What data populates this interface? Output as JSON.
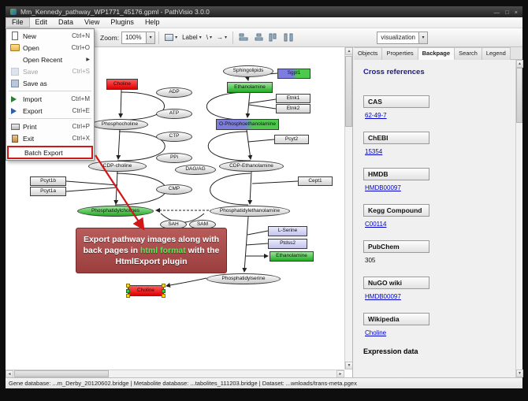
{
  "window": {
    "title": "Mm_Kennedy_pathway_WP1771_45176.gpml - PathVisio 3.0.0"
  },
  "icons": {
    "caret": "▾",
    "submenu_arrow": "▶",
    "minimize": "—",
    "maximize": "□",
    "close": "×",
    "scroll_up": "▲",
    "scroll_down": "▼",
    "scroll_left": "◄",
    "scroll_right": "►",
    "line_tool": "\\",
    "arrow_tool": "→"
  },
  "menubar": {
    "items": [
      "File",
      "Edit",
      "Data",
      "View",
      "Plugins",
      "Help"
    ]
  },
  "file_menu": {
    "items": [
      {
        "label": "New",
        "shortcut": "Ctrl+N"
      },
      {
        "label": "Open",
        "shortcut": "Ctrl+O"
      },
      {
        "label": "Open Recent",
        "shortcut": ""
      },
      {
        "label": "Save",
        "shortcut": "Ctrl+S"
      },
      {
        "label": "Save as",
        "shortcut": ""
      },
      {
        "label": "Import",
        "shortcut": "Ctrl+M"
      },
      {
        "label": "Export",
        "shortcut": "Ctrl+E"
      },
      {
        "label": "Print",
        "shortcut": "Ctrl+P"
      },
      {
        "label": "Exit",
        "shortcut": "Ctrl+X"
      },
      {
        "label": "Batch Export",
        "shortcut": ""
      }
    ]
  },
  "toolbar": {
    "zoom_label": "Zoom:",
    "zoom_value": "100%",
    "label_button": "Label",
    "visualization_value": "visualization"
  },
  "pathway": {
    "nodes": [
      "Sphingolipids",
      "Sgpl1",
      "Choline",
      "Ethanolamine",
      "Etnk1",
      "Etnk2",
      "ADP",
      "ATP",
      "Phosphocholine",
      "O-Phosphoethanolamine",
      "CTP",
      "Pcyt2",
      "PPi",
      "CDP-choline",
      "DAG/AG",
      "CDP-Ethanolamine",
      "Cept1",
      "CMP",
      "Pcyt1b",
      "Pcyt1a",
      "Phosphatidylcholines",
      "Phosphatidylethanolamine",
      "SAH",
      "SAM",
      "L-Serine",
      "Ptdss2",
      "Ethanolamine",
      "Phosphatidylserine",
      "Choline"
    ]
  },
  "annotation": {
    "text_before": "Export pathway images along with back pages in ",
    "highlight": "html format",
    "text_after": " with the HtmlExport plugin"
  },
  "side_panel": {
    "tabs": [
      "Objects",
      "Properties",
      "Backpage",
      "Search",
      "Legend"
    ],
    "active_tab": "Backpage",
    "title": "Cross references",
    "sections": [
      {
        "header": "CAS",
        "value": "62-49-7"
      },
      {
        "header": "ChEBI",
        "value": "15354"
      },
      {
        "header": "HMDB",
        "value": "HMDB00097"
      },
      {
        "header": "Kegg Compound",
        "value": "C00114"
      },
      {
        "header": "PubChem",
        "value": "305"
      },
      {
        "header": "NuGO wiki",
        "value": "HMDB00097"
      },
      {
        "header": "Wikipedia",
        "value": "Choline"
      }
    ],
    "footer": "Expression data"
  },
  "statusbar": {
    "text": "Gene database: ...m_Derby_20120602.bridge | Metabolite database: ...tabolites_111203.bridge | Dataset: ...wnloads/trans-meta.pgex"
  },
  "colors": {
    "annotation_bg": "#a64848",
    "annotation_text": "#ffffff",
    "highlight_green": "#5ce65c",
    "callout_red": "#d01818",
    "link_blue": "#0000cc",
    "node_green": "#2eb82e",
    "node_red": "#e01010",
    "heading_blue": "#1a1a8c"
  }
}
